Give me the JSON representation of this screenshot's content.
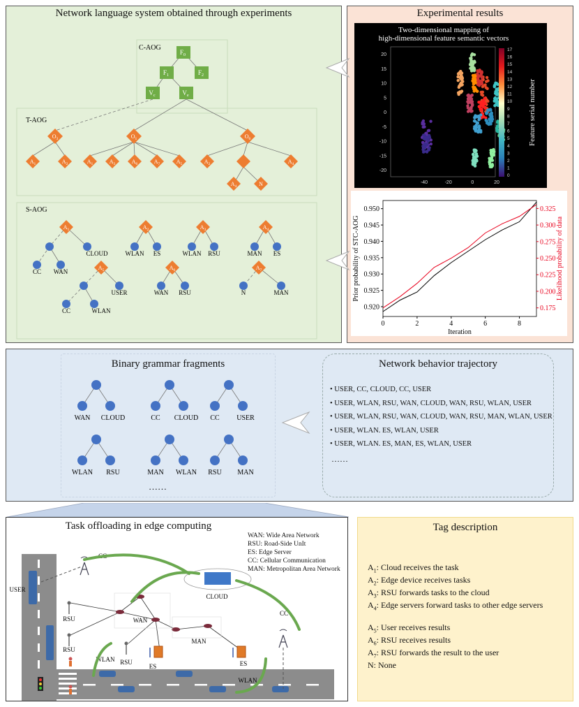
{
  "network_panel": {
    "title": "Network language system obtained through experiments",
    "c_aog": {
      "label": "C-AOG",
      "nodes": [
        "F",
        "0",
        "F",
        "1",
        "F",
        "2",
        "V",
        "c",
        "V",
        "e"
      ]
    },
    "t_aog": {
      "label": "T-AOG",
      "or_nodes": [
        [
          "O",
          "3"
        ],
        [
          "O",
          "1"
        ],
        [
          "O",
          "6"
        ]
      ],
      "leaves": [
        [
          "A",
          "1"
        ],
        [
          "A",
          "2"
        ],
        [
          "A",
          "1"
        ],
        [
          "A",
          "3"
        ],
        [
          "A",
          "6"
        ],
        [
          "A",
          "7"
        ],
        [
          "A",
          "5"
        ],
        [
          "A",
          "2"
        ],
        [
          "A",
          "3"
        ],
        [
          "A",
          "4"
        ],
        [
          "N",
          ""
        ]
      ]
    },
    "s_aog": {
      "label": "S-AOG",
      "groups": [
        {
          "root": [
            "A",
            "1"
          ],
          "leaves": [
            "CLOUD",
            "CC",
            "WAN"
          ]
        },
        {
          "root": [
            "A",
            "2"
          ],
          "leaves": [
            "WLAN",
            "ES"
          ]
        },
        {
          "root": [
            "A",
            "3"
          ],
          "leaves": [
            "WLAN",
            "RSU"
          ]
        },
        {
          "root": [
            "A",
            "4"
          ],
          "leaves": [
            "MAN",
            "ES"
          ]
        },
        {
          "root": [
            "A",
            "5"
          ],
          "leaves": [
            "USER",
            "CC",
            "WLAN"
          ]
        },
        {
          "root": [
            "A",
            "6"
          ],
          "leaves": [
            "WAN",
            "RSU"
          ]
        },
        {
          "root": [
            "A",
            "7"
          ],
          "leaves": [
            "N",
            "MAN"
          ]
        }
      ]
    }
  },
  "results_panel": {
    "title": "Experimental results",
    "scatter": {
      "title_line1": "Two-dimensional mapping of",
      "title_line2": "high-dimensional feature semantic vectors",
      "colorbar_label": "Feature serial number",
      "colorbar_ticks": [
        "17",
        "16",
        "15",
        "14",
        "13",
        "12",
        "11",
        "10",
        "9",
        "8",
        "7",
        "6",
        "5",
        "4",
        "3",
        "2",
        "1",
        "0"
      ],
      "y_ticks": [
        "20",
        "15",
        "10",
        "5",
        "0",
        "-5",
        "-10",
        "-15",
        "-20"
      ],
      "x_ticks": [
        "-40",
        "-20",
        "0",
        "20"
      ]
    }
  },
  "chart_data": {
    "type": "line",
    "x": [
      0,
      1,
      2,
      3,
      4,
      5,
      6,
      7,
      8,
      9
    ],
    "series": [
      {
        "values": [
          0.9185,
          0.922,
          0.9245,
          0.9295,
          0.9335,
          0.937,
          0.9405,
          0.9435,
          0.946,
          0.952
        ],
        "axis": "left",
        "color": "#000000"
      },
      {
        "values": [
          0.175,
          0.192,
          0.212,
          0.236,
          0.25,
          0.266,
          0.288,
          0.302,
          0.313,
          0.331
        ],
        "axis": "right",
        "color": "#e8001c"
      }
    ],
    "xlabel": "Iteration",
    "ylabel": "Prior probability of STC-AOG",
    "y2label": "Likelihood probability of data",
    "xlim": [
      0,
      9
    ],
    "ylim": [
      0.917,
      0.9525
    ],
    "y2lim": [
      0.162,
      0.337
    ],
    "x_ticks": [
      0,
      2,
      4,
      6,
      8
    ],
    "y_ticks": [
      "0.950",
      "0.945",
      "0.940",
      "0.935",
      "0.930",
      "0.925",
      "0.920"
    ],
    "y2_ticks": [
      "0.325",
      "0.300",
      "0.275",
      "0.250",
      "0.225",
      "0.200",
      "0.175"
    ]
  },
  "binary_panel": {
    "title": "Binary grammar fragments",
    "fragments": [
      [
        "WAN",
        "CLOUD"
      ],
      [
        "CC",
        "CLOUD"
      ],
      [
        "CC",
        "USER"
      ],
      [
        "WLAN",
        "RSU"
      ],
      [
        "MAN",
        "WLAN"
      ],
      [
        "RSU",
        "MAN"
      ]
    ],
    "ellipsis": "……"
  },
  "trajectory_panel": {
    "title": "Network behavior trajectory",
    "items": [
      "USER, CC, CLOUD, CC, USER",
      "USER, WLAN, RSU, WAN, CLOUD, WAN, RSU, WLAN, USER",
      "USER, WLAN, RSU, WAN, CLOUD, WAN, RSU, MAN, WLAN, USER",
      "USER, WLAN. ES, WLAN, USER",
      "USER, WLAN. ES, MAN, ES, WLAN, USER"
    ],
    "ellipsis": "……"
  },
  "edge_panel": {
    "title": "Task offloading in edge computing",
    "legend": [
      "WAN: Wide Area Network",
      "RSU: Road-Side UnIt",
      "ES: Edge Server",
      "CC: Cellular Communication",
      "MAN: Metropolitan Area Network"
    ],
    "labels": {
      "user": "USER",
      "cc_top": "CC",
      "cloud": "CLOUD",
      "rsu1": "RSU",
      "rsu2": "RSU",
      "wan": "WAN",
      "man": "MAN",
      "cc_right": "CC",
      "wlan_left": "WLAN",
      "rsu3": "RSU",
      "es1": "ES",
      "es2": "ES",
      "wlan_bottom": "WLAN"
    }
  },
  "tag_panel": {
    "title": "Tag description",
    "tags": [
      {
        "sym": "A",
        "sub": "1",
        "text": ": Cloud receives the task"
      },
      {
        "sym": "A",
        "sub": "2",
        "text": ": Edge device receives tasks"
      },
      {
        "sym": "A",
        "sub": "3",
        "text": ": RSU forwards tasks to the cloud"
      },
      {
        "sym": "A",
        "sub": "4",
        "text": ": Edge servers forward tasks to other edge servers"
      },
      {
        "sym": "A",
        "sub": "5",
        "text": ": User receives results"
      },
      {
        "sym": "A",
        "sub": "6",
        "text": ": RSU receives results"
      },
      {
        "sym": "A",
        "sub": "7",
        "text": ": RSU forwards the result to the user"
      },
      {
        "sym": "N",
        "sub": "",
        "text": ": None"
      }
    ]
  },
  "colors": {
    "green_bg": "#e4f0d9",
    "peach_bg": "#fbe3d6",
    "blue_bg": "#dfe9f4",
    "cream_bg": "#fef2cc",
    "green_node": "#70ad47",
    "orange_node": "#ed7d31",
    "blue_node": "#4472c4",
    "red_line": "#e8001c"
  }
}
